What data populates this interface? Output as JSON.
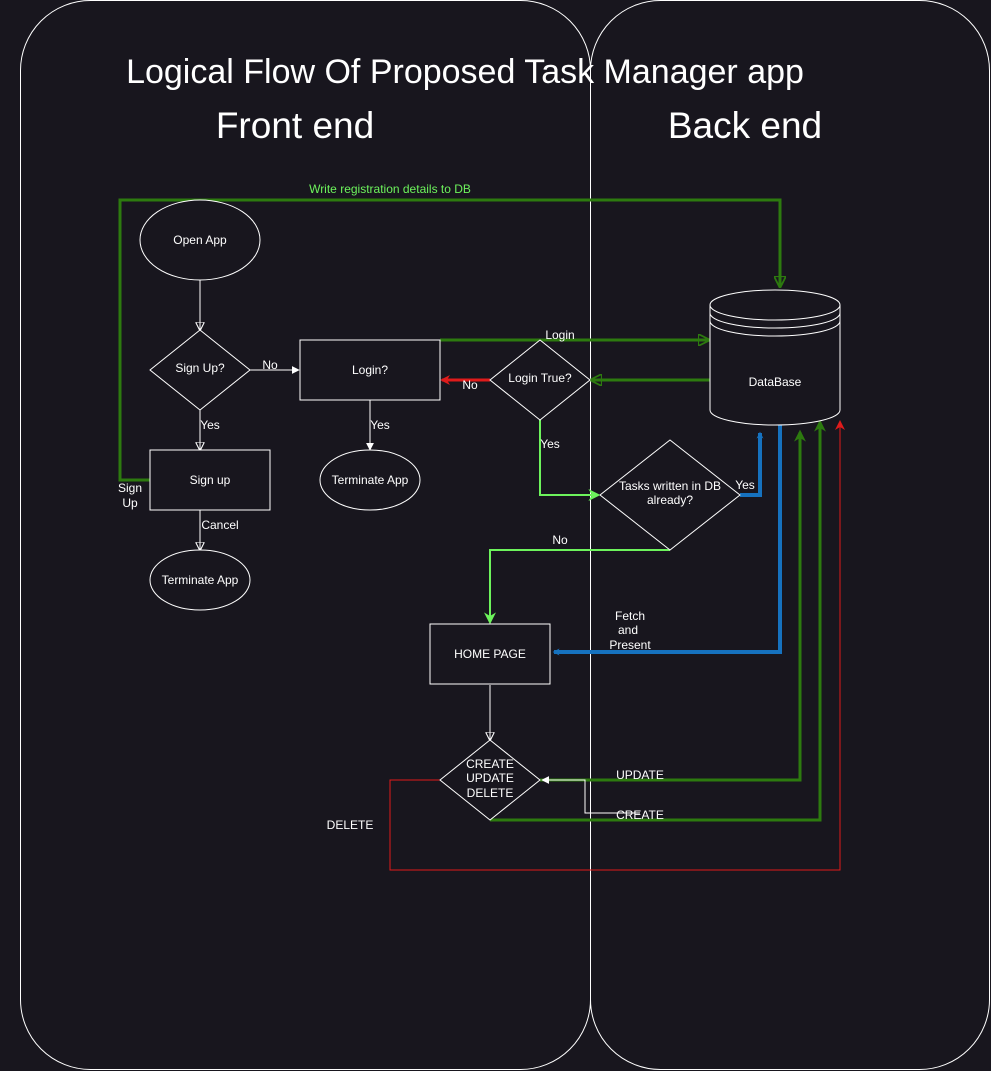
{
  "title": "Logical Flow Of Proposed Task Manager app",
  "lanes": {
    "front": "Front end",
    "back": "Back end"
  },
  "nodes": {
    "open_app": "Open App",
    "sign_up_q": "Sign Up?",
    "login_q": "Login?",
    "sign_up": "Sign up",
    "terminate_1": "Terminate App",
    "terminate_2": "Terminate App",
    "login_true": "Login True?",
    "database": "DataBase",
    "tasks_written": [
      "Tasks written in DB",
      "already?"
    ],
    "home_page": "HOME PAGE",
    "crud": [
      "CREATE",
      "UPDATE",
      "DELETE"
    ]
  },
  "edges": {
    "write_registration": "Write registration details to DB",
    "no_signup": "No",
    "yes_signup": "Yes",
    "cancel": "Cancel",
    "sign_up_line": [
      "Sign",
      "Up"
    ],
    "login_yes": "Yes",
    "login": "Login",
    "login_no": "No",
    "login_true_yes": "Yes",
    "tasks_yes": "Yes",
    "tasks_no": "No",
    "fetch": [
      "Fetch",
      "and",
      "Present"
    ],
    "update": "UPDATE",
    "create": "CREATE",
    "delete": "DELETE"
  },
  "colors": {
    "background": "#18161e",
    "stroke": "#ffffff",
    "dark_green": "#2d7a0f",
    "bright_green": "#6df35c",
    "blue": "#1672bf",
    "red": "#e01b1b"
  }
}
